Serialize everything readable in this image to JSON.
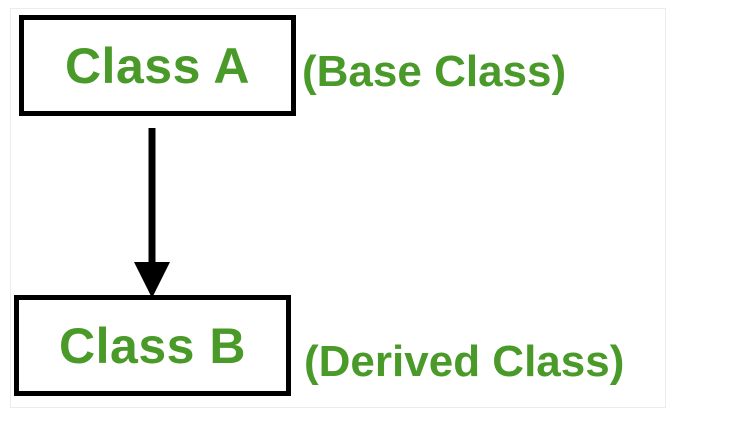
{
  "diagram": {
    "nodes": [
      {
        "id": "class-a",
        "label": "Class A",
        "role": "(Base Class)"
      },
      {
        "id": "class-b",
        "label": "Class B",
        "role": "(Derived Class)"
      }
    ],
    "edges": [
      {
        "from": "class-a",
        "to": "class-b"
      }
    ],
    "colors": {
      "text": "#4a9a2a",
      "border": "#000000",
      "arrow": "#000000"
    }
  }
}
